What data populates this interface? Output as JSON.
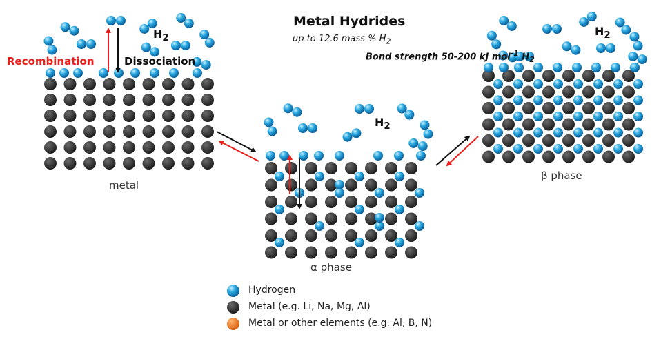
{
  "title": "Metal Hydrides",
  "subtitle": {
    "main": "up to 12.6 mass % H",
    "sub": "2"
  },
  "bond": {
    "main": "Bond strength 50-200 kJ mol",
    "sup": "-1",
    "tail": " H",
    "sub": "2"
  },
  "h2": {
    "main": "H",
    "sub": "2"
  },
  "recombination": "Recombination",
  "dissociation": "Dissociation",
  "captions": {
    "metal": "metal",
    "alpha": "α phase",
    "beta": "β phase"
  },
  "legend": [
    {
      "label": "Hydrogen",
      "color": "#29a8e0"
    },
    {
      "label": "Metal (e.g. Li, Na, Mg, Al)",
      "color": "#333333"
    },
    {
      "label": "Metal or other elements (e.g. Al, B, N)",
      "color": "#e8761e"
    }
  ],
  "colors": {
    "hydrogen": "#29a8e0",
    "metal": "#333333",
    "red_arrow": "#e8201c",
    "black_arrow": "#111111"
  }
}
